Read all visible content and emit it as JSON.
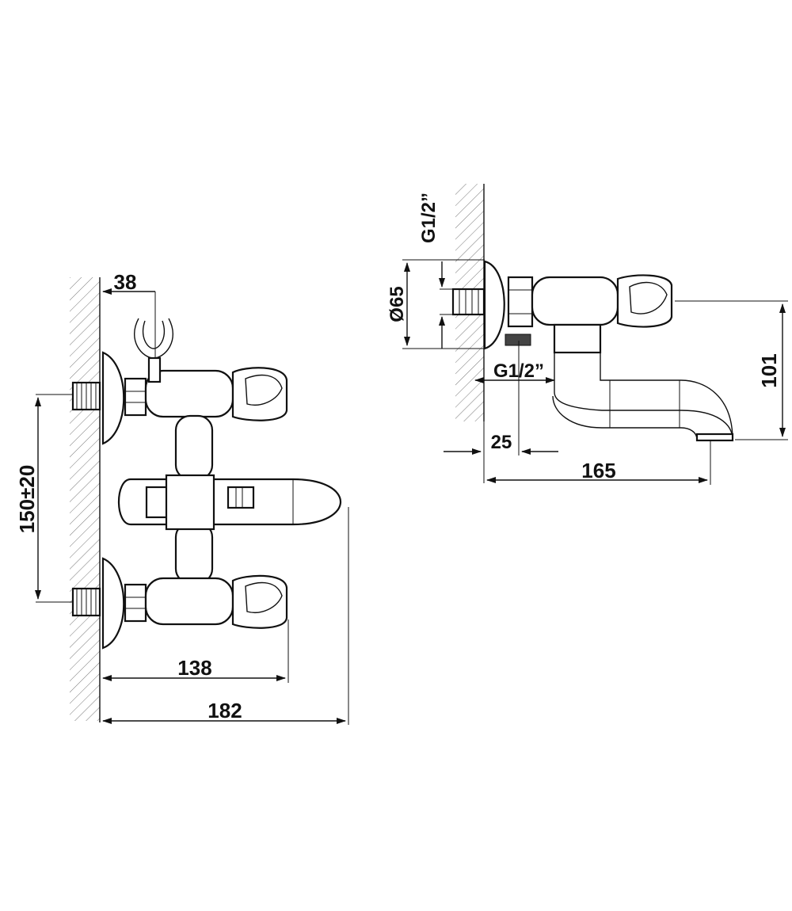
{
  "front_view": {
    "dimensions": {
      "hook_offset": "38",
      "inlet_spacing": "150±20",
      "handle_reach": "138",
      "overall_reach": "182"
    }
  },
  "side_view": {
    "dimensions": {
      "thread_top": "G1/2”",
      "flange_diameter": "Ø65",
      "thread_bottom": "G1/2”",
      "inlet_depth": "25",
      "spout_reach": "165",
      "height": "101"
    }
  },
  "colors": {
    "line": "#111111",
    "background": "#ffffff"
  }
}
